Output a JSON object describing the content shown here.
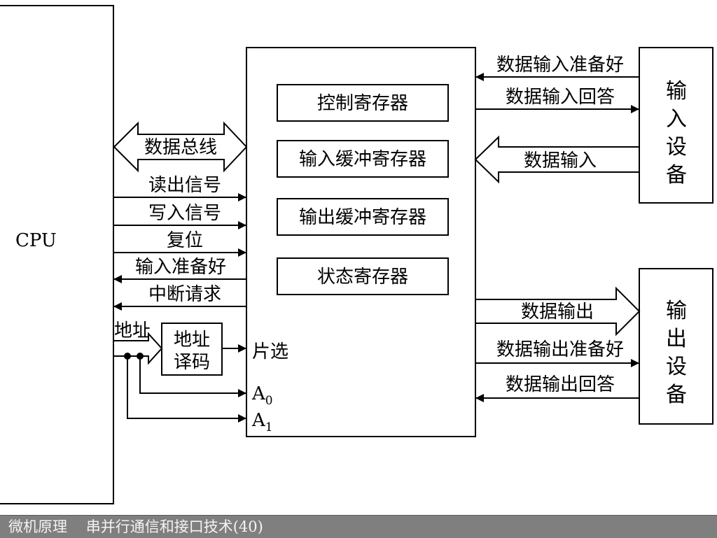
{
  "cpu": {
    "label": "CPU"
  },
  "cpu_signals": {
    "data_bus": "数据总线",
    "read": "读出信号",
    "write": "写入信号",
    "reset": "复位",
    "input_ready": "输入准备好",
    "interrupt": "中断请求",
    "address": "地址"
  },
  "decoder": {
    "line1": "地址",
    "line2": "译码"
  },
  "chip_pins": {
    "chip_select": "片选",
    "a0": "A",
    "a0_sub": "0",
    "a1": "A",
    "a1_sub": "1"
  },
  "registers": [
    "控制寄存器",
    "输入缓冲寄存器",
    "输出缓冲寄存器",
    "状态寄存器"
  ],
  "input_signals": {
    "ready": "数据输入准备好",
    "ack": "数据输入回答",
    "data": "数据输入"
  },
  "output_signals": {
    "data": "数据输出",
    "ready": "数据输出准备好",
    "ack": "数据输出回答"
  },
  "input_device": [
    "输",
    "入",
    "设",
    "备"
  ],
  "output_device": [
    "输",
    "出",
    "设",
    "备"
  ],
  "footer": {
    "text": "微机原理    串并行通信和接口技术(40)"
  }
}
